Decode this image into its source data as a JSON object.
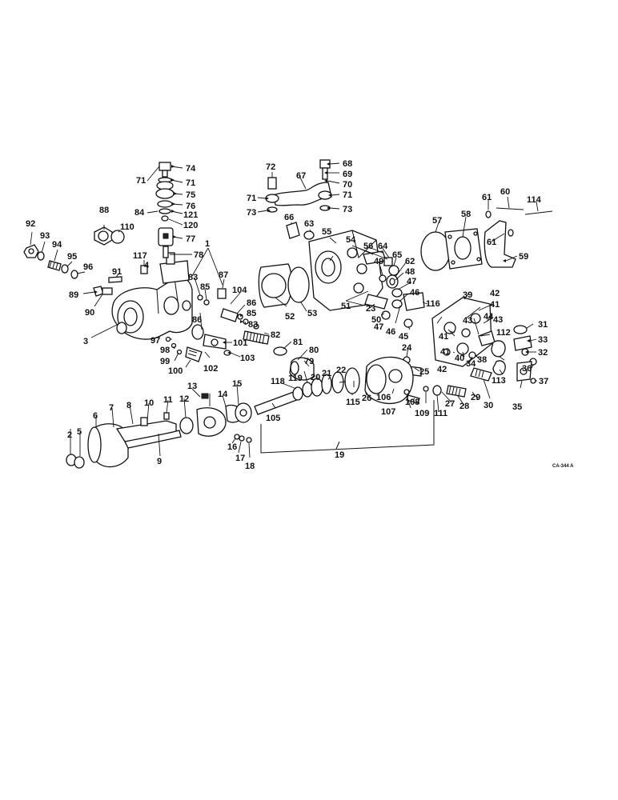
{
  "figure": {
    "code": "CA-344 A",
    "callouts": [
      "1",
      "2",
      "3",
      "4",
      "5",
      "6",
      "7",
      "8",
      "9",
      "10",
      "11",
      "12",
      "13",
      "14",
      "15",
      "16",
      "17",
      "18",
      "19",
      "20",
      "21",
      "22",
      "23",
      "24",
      "25",
      "26",
      "27",
      "28",
      "29",
      "30",
      "31",
      "32",
      "33",
      "34",
      "35",
      "36",
      "37",
      "38",
      "39",
      "40",
      "41",
      "42",
      "43",
      "44",
      "45",
      "46",
      "47",
      "48",
      "49",
      "50",
      "51",
      "52",
      "53",
      "54",
      "55",
      "56",
      "57",
      "58",
      "59",
      "60",
      "61",
      "62",
      "63",
      "64",
      "65",
      "66",
      "67",
      "68",
      "69",
      "70",
      "71",
      "72",
      "73",
      "74",
      "75",
      "76",
      "77",
      "78",
      "79",
      "80",
      "81",
      "82",
      "83",
      "84",
      "85",
      "86",
      "87",
      "88",
      "89",
      "90",
      "91",
      "92",
      "93",
      "94",
      "95",
      "96",
      "97",
      "98",
      "99",
      "100",
      "101",
      "102",
      "103",
      "104",
      "105",
      "106",
      "107",
      "108",
      "109",
      "110",
      "111",
      "112",
      "113",
      "114",
      "115",
      "116",
      "117",
      "118",
      "119",
      "120",
      "121"
    ]
  }
}
